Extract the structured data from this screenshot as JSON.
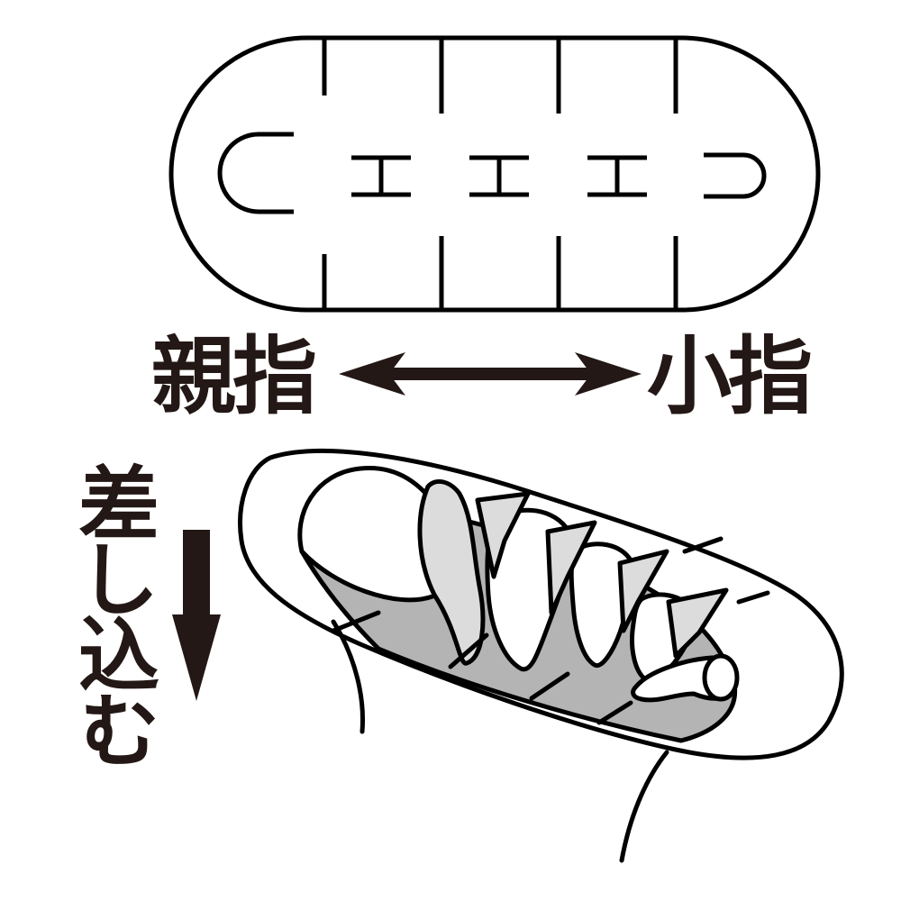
{
  "top_diagram": {
    "left_label": "親指",
    "right_label": "小指"
  },
  "bottom_diagram": {
    "direction_label": "差し込む"
  },
  "colors": {
    "ink": "#231815",
    "outline": "#000000",
    "fill_gray": "#b4b4b4",
    "fill_light": "#dcdcdc"
  },
  "icons": {
    "horizontal_arrow": "double-headed-arrow",
    "vertical_arrow": "down-arrow"
  }
}
